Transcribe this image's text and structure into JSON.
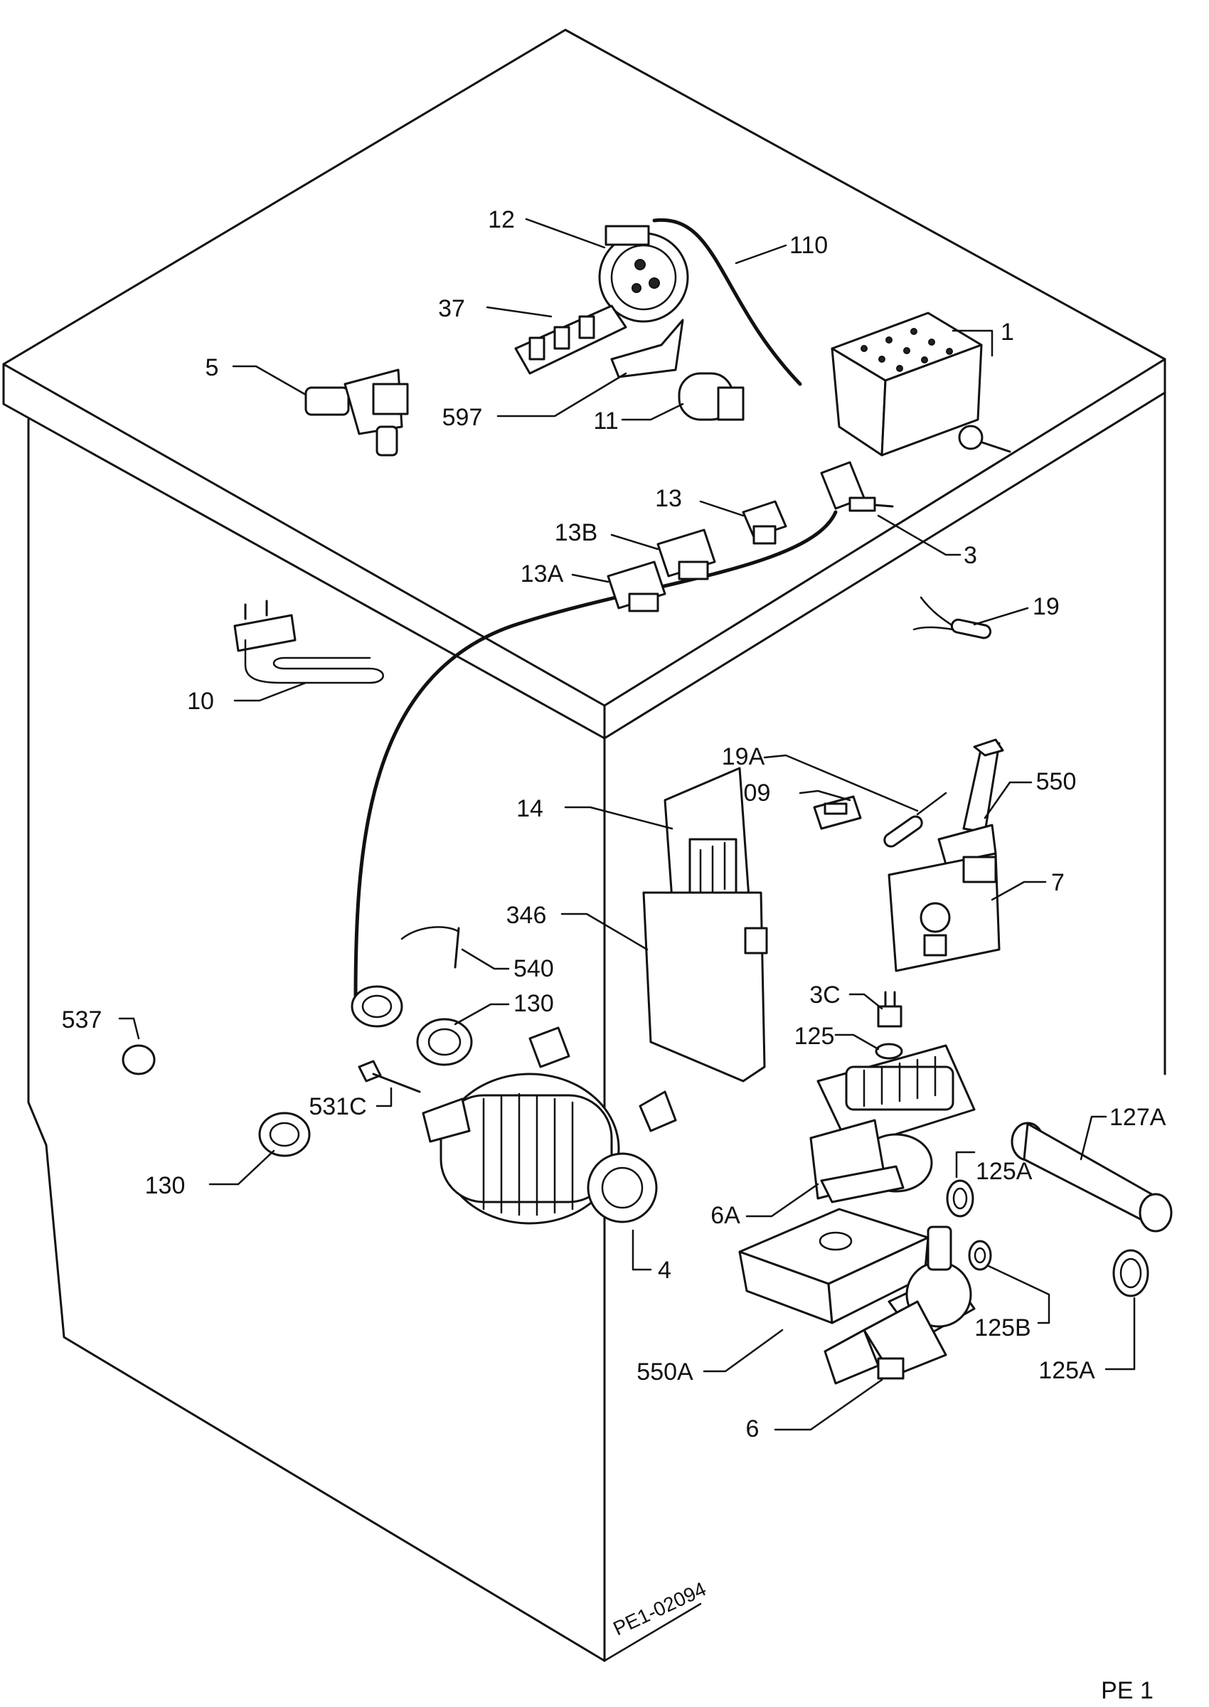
{
  "labels": {
    "p1": "1",
    "p3": "3",
    "p3c": "3C",
    "p4": "4",
    "p5": "5",
    "p6": "6",
    "p6a": "6A",
    "p7": "7",
    "p10": "10",
    "p11": "11",
    "p12": "12",
    "p13": "13",
    "p13a": "13A",
    "p13b": "13B",
    "p14": "14",
    "p19": "19",
    "p19a": "19A",
    "p37": "37",
    "p109": "109",
    "p110": "110",
    "p125": "125",
    "p125a_top": "125A",
    "p125a_bottom": "125A",
    "p125b": "125B",
    "p127a": "127A",
    "p130_top": "130",
    "p130_left": "130",
    "p346": "346",
    "p531c": "531C",
    "p537": "537",
    "p540": "540",
    "p550": "550",
    "p550a": "550A",
    "p597": "597"
  },
  "drawing_code": "PE1-02094",
  "page_code": "PE 1",
  "icons": [
    "timer-unit-icon",
    "pressure-switch-icon",
    "door-interlock-icon",
    "motor-icon",
    "drain-pump-icon",
    "heater-element-icon"
  ]
}
